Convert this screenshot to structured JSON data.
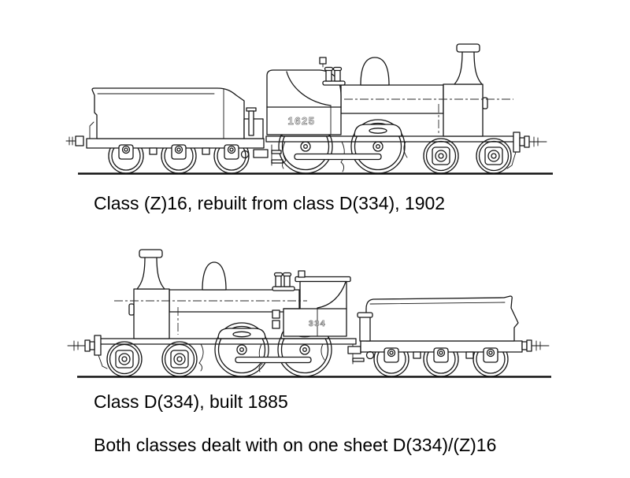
{
  "sheet": {
    "background": "#ffffff",
    "line_color": "#161616",
    "number_outline_color": "#8e8e8e",
    "text_color": "#000000"
  },
  "top_figure": {
    "caption": "Class (Z)16, rebuilt from class D(334), 1902",
    "loco_number": "1625",
    "orientation": "tender at left, locomotive facing right"
  },
  "bottom_figure": {
    "caption": "Class D(334), built 1885",
    "loco_number": "334",
    "orientation": "locomotive facing left, tender at right"
  },
  "footer_note": "Both classes dealt with on one sheet D(334)/(Z)16"
}
